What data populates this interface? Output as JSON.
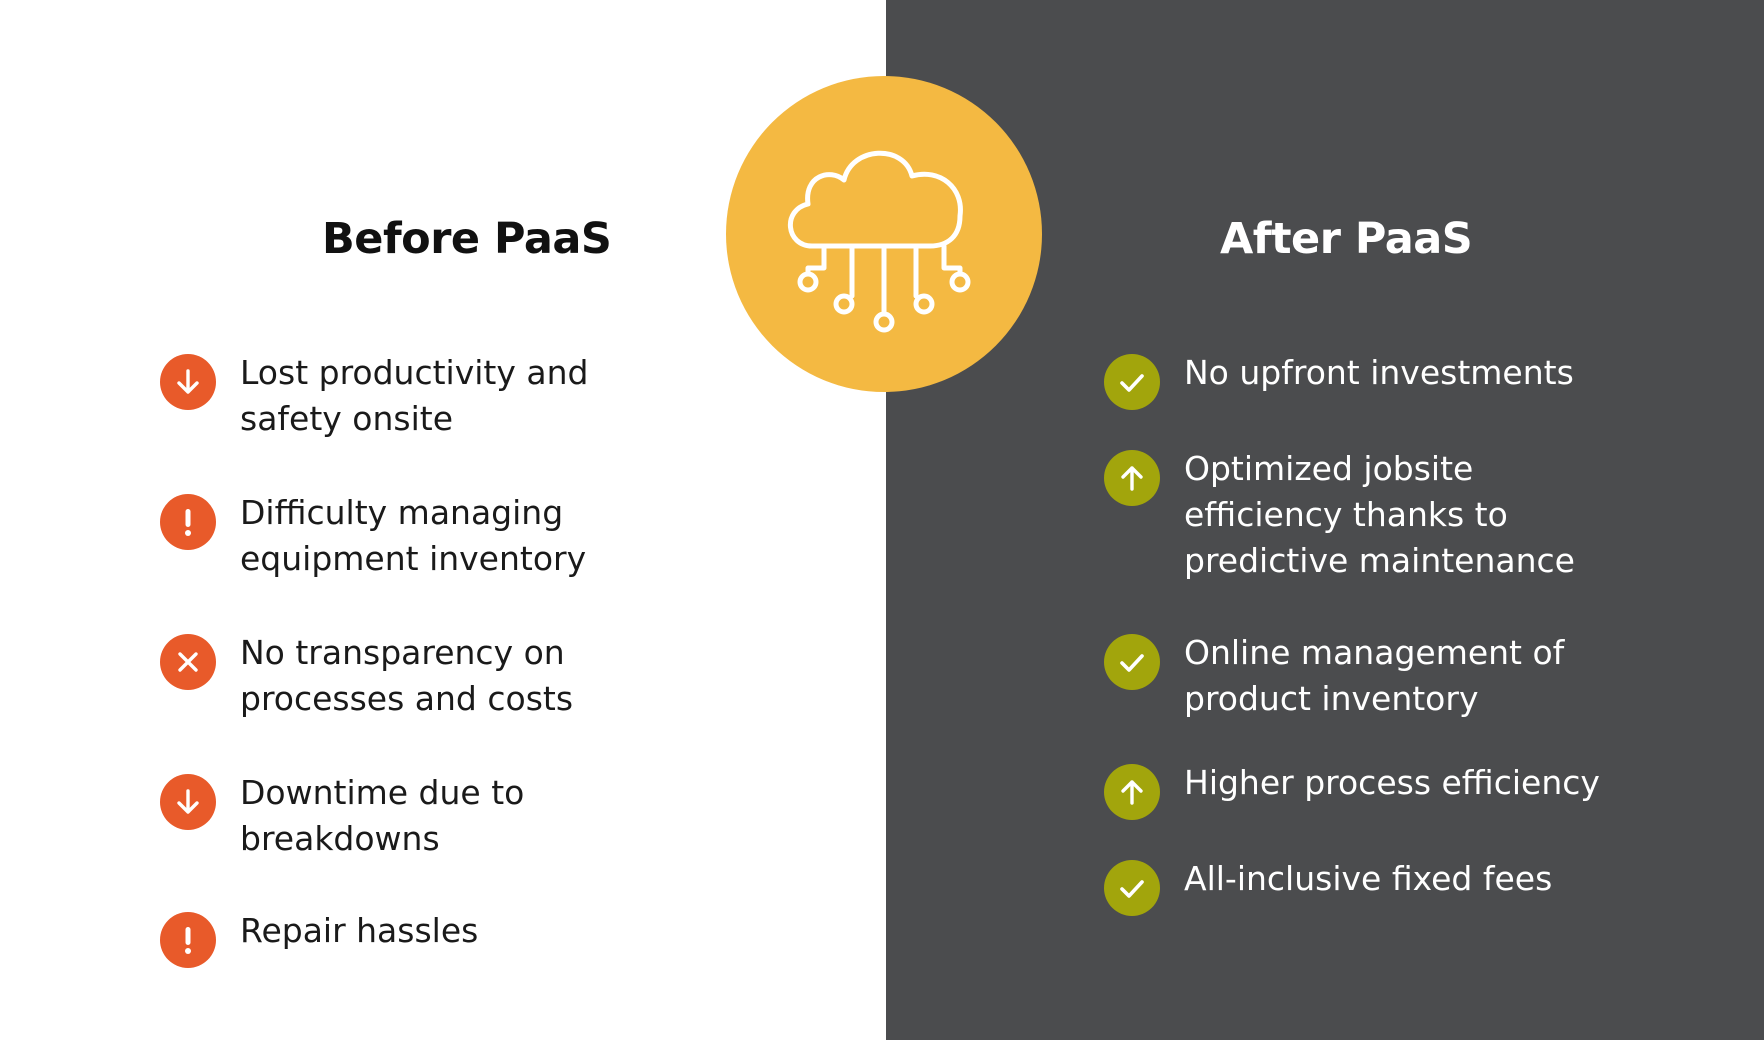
{
  "before": {
    "title": "Before PaaS",
    "items": [
      {
        "icon": "arrow-down-icon",
        "text": "Lost productivity and\nsafety onsite"
      },
      {
        "icon": "exclamation-icon",
        "text": "Difficulty managing\nequipment inventory"
      },
      {
        "icon": "x-icon",
        "text": "No transparency on\nprocesses and costs"
      },
      {
        "icon": "arrow-down-icon",
        "text": "Downtime due to\nbreakdowns"
      },
      {
        "icon": "exclamation-icon",
        "text": "Repair hassles"
      }
    ]
  },
  "after": {
    "title": "After PaaS",
    "items": [
      {
        "icon": "check-icon",
        "text": "No upfront investments"
      },
      {
        "icon": "arrow-up-icon",
        "text": "Optimized jobsite\nefficiency thanks to\npredictive maintenance"
      },
      {
        "icon": "check-icon",
        "text": "Online management of\nproduct inventory"
      },
      {
        "icon": "arrow-up-icon",
        "text": "Higher process efficiency"
      },
      {
        "icon": "check-icon",
        "text": "All-inclusive fixed fees"
      }
    ]
  },
  "colors": {
    "left_background": "#ffffff",
    "right_background": "#4b4c4e",
    "badge": "#f4b942",
    "negative_icon": "#e85a2a",
    "positive_icon": "#a2a50c"
  },
  "center_icon": "cloud-circuit-icon"
}
